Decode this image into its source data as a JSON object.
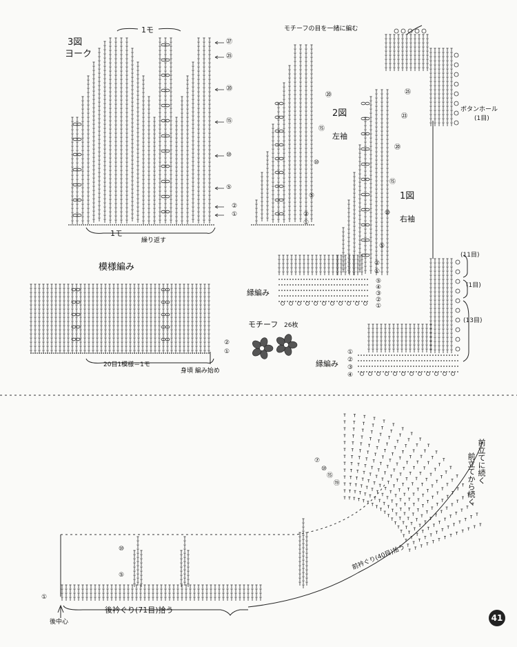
{
  "yoke": {
    "title": "3図",
    "subtitle": "ヨーク",
    "top_label": "1モ",
    "bottom_label": "1モ",
    "repeat_label": "繰り返す",
    "rows": [
      "㉗",
      "㉕",
      "⑳",
      "⑮",
      "⑩",
      "⑤",
      "②",
      "①"
    ]
  },
  "pattern": {
    "title": "模様編み",
    "bottom_label": "20目1模様＝1モ",
    "start_label": "身頃 編み始め",
    "rows": [
      "②",
      "①"
    ]
  },
  "left_sleeve": {
    "title": "2図",
    "subtitle": "左袖",
    "rows": [
      "⑳",
      "⑮",
      "⑩",
      "⑤",
      "②",
      "①"
    ]
  },
  "right_sleeve": {
    "title": "1図",
    "subtitle": "右袖",
    "rows": [
      "㉕",
      "㉓",
      "⑳",
      "⑮",
      "⑩",
      "⑤",
      "②",
      "①"
    ],
    "edge_label": "縁編み",
    "edge_rows": [
      "⑤",
      "④",
      "③",
      "②",
      "①"
    ]
  },
  "front_band": {
    "top_note": "モチーフの目を一緒に編む",
    "buttonhole": "ボタンホール",
    "buttonhole_count": "(1目)",
    "counts": [
      "(11目)",
      "(1目)",
      "(13目)"
    ],
    "edge_label": "縁編み",
    "edge_rows": [
      "①",
      "②",
      "③",
      "④"
    ]
  },
  "motif": {
    "title": "モチーフ",
    "count": "26枚"
  },
  "collar": {
    "right_note_1": "前立てに続く",
    "right_note_2": "前立てから続く",
    "back_label": "後衿ぐり(71目)拾う",
    "front_label": "前衿ぐり(40目)拾う",
    "center_label": "後中心",
    "rows": [
      "⑦",
      "⑩",
      "⑮",
      "⑲",
      "⑩",
      "⑤",
      "①"
    ]
  },
  "page_number": "41"
}
